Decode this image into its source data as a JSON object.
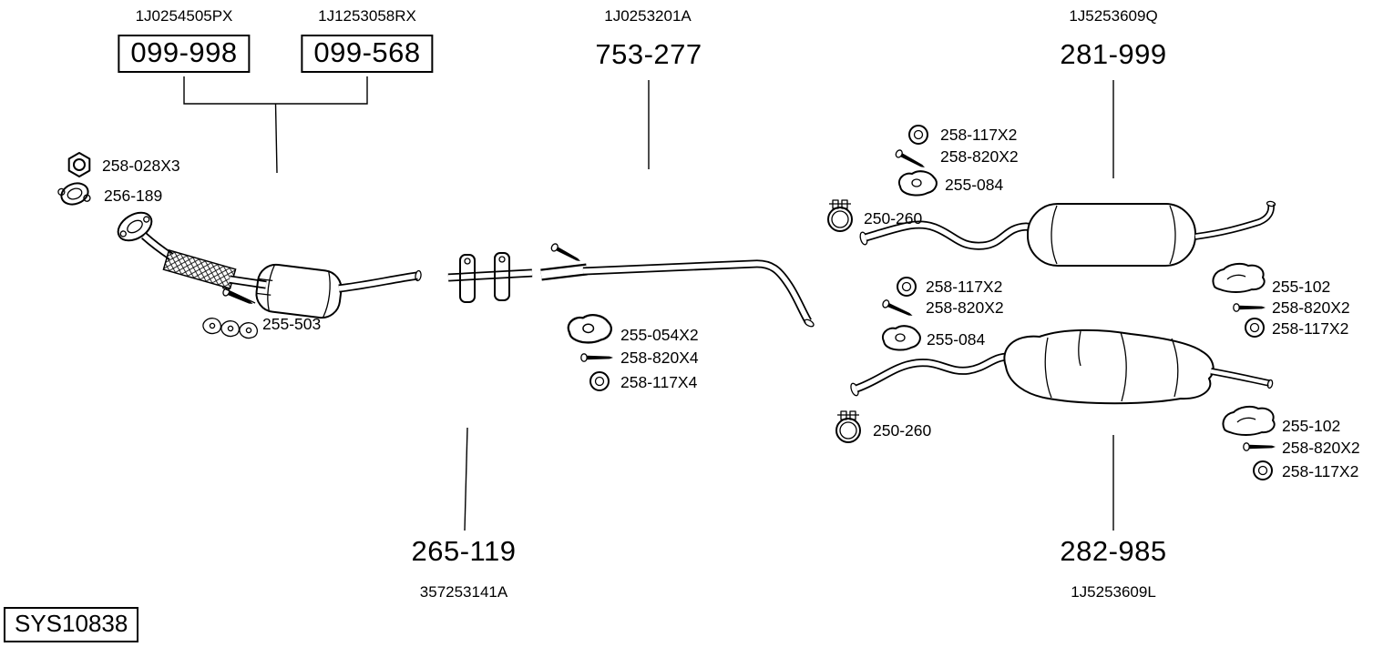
{
  "sys_id": "SYS10838",
  "top_labels": {
    "l1": {
      "code": "1J0254505PX",
      "number": "099-998"
    },
    "l2": {
      "code": "1J1253058RX",
      "number": "099-568"
    },
    "l3": {
      "code": "1J0253201A",
      "number": "753-277"
    },
    "l4": {
      "code": "1J5253609Q",
      "number": "281-999"
    }
  },
  "bottom_labels": {
    "l5": {
      "number": "265-119",
      "code": "357253141A"
    },
    "l6": {
      "number": "282-985",
      "code": "1J5253609L"
    }
  },
  "callouts": {
    "front_nut": "258-028X3",
    "front_gasket": "256-189",
    "front_hangers": "255-503",
    "center_hanger": "255-054X2",
    "center_bolt": "258-820X4",
    "center_washer": "258-117X4",
    "upper_washer": "258-117X2",
    "upper_bolt": "258-820X2",
    "upper_hanger": "255-084",
    "upper_clamp": "250-260",
    "mid_washer": "258-117X2",
    "mid_bolt": "258-820X2",
    "mid_hanger": "255-084",
    "mid_bracket": "255-102",
    "mid_bracket_bolt": "258-820X2",
    "mid_bracket_washer": "258-117X2",
    "lower_clamp": "250-260",
    "lower_bracket": "255-102",
    "lower_bracket_bolt": "258-820X2",
    "lower_bracket_washer": "258-117X2"
  }
}
